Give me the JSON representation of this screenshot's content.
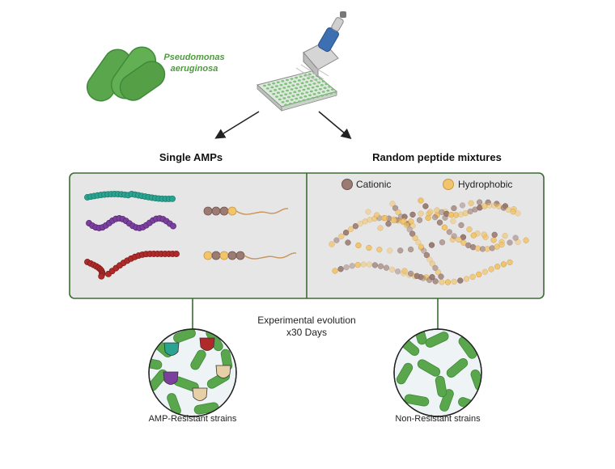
{
  "organism": {
    "label_line1": "Pseudomonas",
    "label_line2": "aeruginosa"
  },
  "branches": {
    "left_title": "Single AMPs",
    "right_title": "Random peptide mixtures"
  },
  "legend": {
    "cationic_label": "Cationic",
    "hydrophobic_label": "Hydrophobic"
  },
  "process": {
    "line1": "Experimental evolution",
    "line2": "x30 Days"
  },
  "outcomes": {
    "left_label": "AMP-Resistant strains",
    "right_label": "Non-Resistant strains"
  },
  "colors": {
    "bacteria_green": "#5aa64c",
    "bacteria_dark": "#3f8a3a",
    "organism_text": "#4e9a3f",
    "panel_border": "#3d6b35",
    "panel_fill": "#e6e6e6",
    "teal_peptide": "#2aa391",
    "purple_peptide": "#7b3f9e",
    "red_peptide": "#b02a2a",
    "cationic": "#9c7b72",
    "hydrophobic": "#f2c46b",
    "tail": "#c8955a"
  },
  "icons": [
    "bacteria-icon",
    "pipette-icon",
    "well-plate-icon",
    "shield-icon"
  ]
}
